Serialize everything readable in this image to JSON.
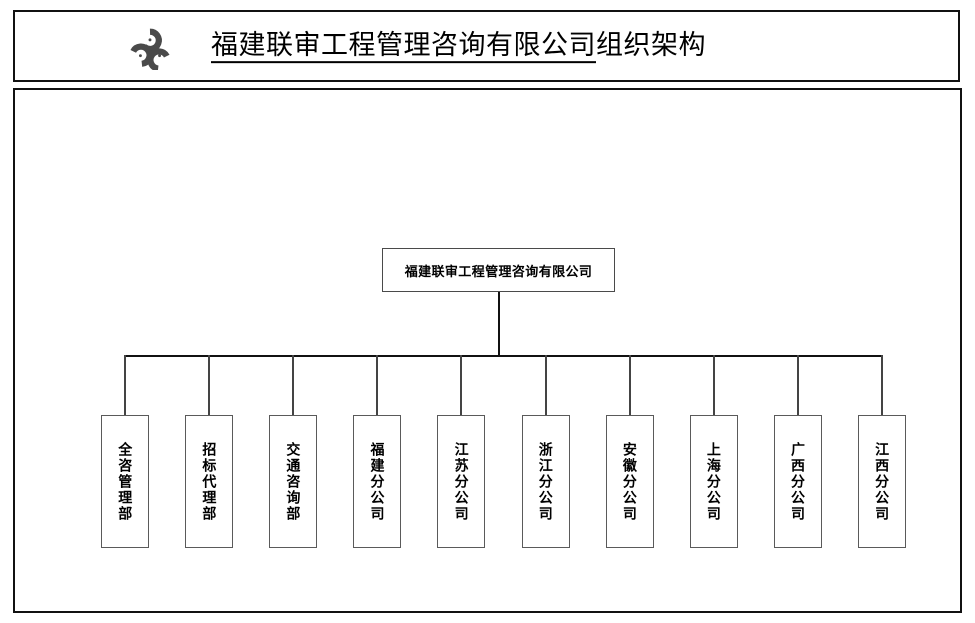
{
  "header": {
    "logo_icon": "triskelion-rings-logo",
    "title_underlined": "福建联审工程管理咨询有限公司",
    "title_plain": "组织架构",
    "title_full": "福建联审工程管理咨询有限公司组织架构"
  },
  "chart_data": {
    "type": "diagram",
    "diagram_kind": "organization-chart",
    "title": "福建联审工程管理咨询有限公司组织架构",
    "root": {
      "id": "root",
      "label": "福建联审工程管理咨询有限公司"
    },
    "children": [
      {
        "id": "dept-1",
        "label": "全咨管理部"
      },
      {
        "id": "dept-2",
        "label": "招标代理部"
      },
      {
        "id": "dept-3",
        "label": "交通咨询部"
      },
      {
        "id": "branch-1",
        "label": "福建分公司"
      },
      {
        "id": "branch-2",
        "label": "江苏分公司"
      },
      {
        "id": "branch-3",
        "label": "浙江分公司"
      },
      {
        "id": "branch-4",
        "label": "安徽分公司"
      },
      {
        "id": "branch-5",
        "label": "上海分公司"
      },
      {
        "id": "branch-6",
        "label": "广西分公司"
      },
      {
        "id": "branch-7",
        "label": "江西分公司"
      }
    ],
    "node_count": 11,
    "levels": 2,
    "colors": {
      "line": "#111111",
      "node_border": "#5a5a5a",
      "node_fill": "#ffffff",
      "text": "#000000",
      "logo": "#4a4a4a"
    }
  }
}
